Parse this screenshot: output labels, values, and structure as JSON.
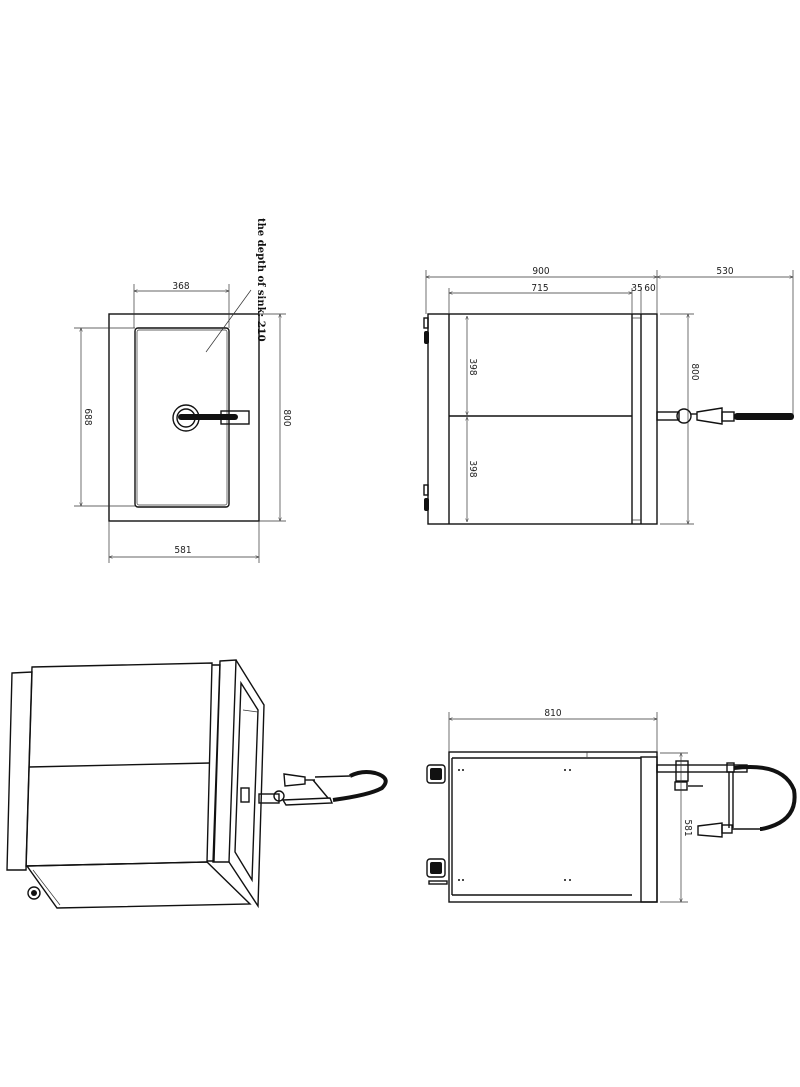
{
  "top_view": {
    "note": "the depth of sink: 210",
    "dims": {
      "basin_width": "368",
      "basin_length": "688",
      "overall_length": "800",
      "overall_width": "581"
    }
  },
  "side_view": {
    "dims": {
      "overall": "900",
      "faucet_reach": "530",
      "body": "715",
      "gap": "35",
      "rim": "60",
      "door_upper": "398",
      "door_lower": "398",
      "height": "800"
    }
  },
  "plan_view": {
    "dims": {
      "length": "810",
      "depth": "581"
    }
  },
  "colors": {
    "line": "#111111",
    "background": "#ffffff"
  }
}
